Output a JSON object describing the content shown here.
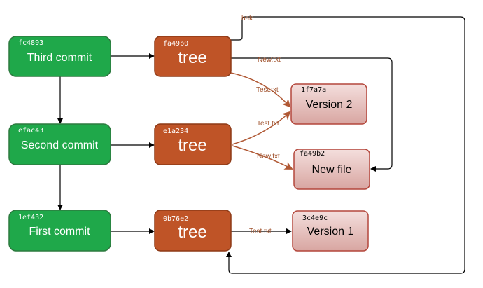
{
  "colors": {
    "commit_fill": "#1fa84a",
    "commit_stroke": "#2d7a3f",
    "tree_fill": "#bf5427",
    "tree_stroke": "#8e3a17",
    "blob_fill_top": "#f4dfdd",
    "blob_fill_bottom": "#d8a6a1",
    "blob_stroke": "#b4473c",
    "brown_arrow": "#b05834",
    "black_arrow": "#000000",
    "white_text": "#ffffff",
    "dark_text": "#000000"
  },
  "commits": {
    "third": {
      "hash": "fc4893",
      "label": "Third commit"
    },
    "second": {
      "hash": "efac43",
      "label": "Second commit"
    },
    "first": {
      "hash": "1ef432",
      "label": "First commit"
    }
  },
  "trees": {
    "t3": {
      "hash": "fa49b0",
      "label": "tree"
    },
    "t2": {
      "hash": "e1a234",
      "label": "tree"
    },
    "t1": {
      "hash": "0b76e2",
      "label": "tree"
    }
  },
  "blobs": {
    "v2": {
      "hash": "1f7a7a",
      "label": "Version 2"
    },
    "newfile": {
      "hash": "fa49b2",
      "label": "New file"
    },
    "v1": {
      "hash": "3c4e9c",
      "label": "Version 1"
    }
  },
  "edge_labels": {
    "bak": "bak",
    "t3_new": "New.txt",
    "t3_test": "Test.txt",
    "t2_test": "Test.txt",
    "t2_new": "New.txt",
    "t1_test": "Test.txt"
  }
}
